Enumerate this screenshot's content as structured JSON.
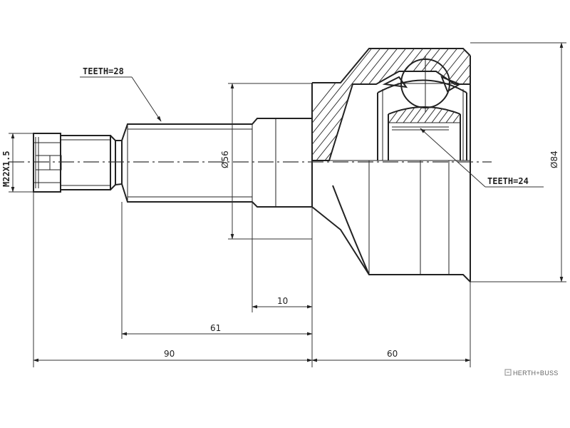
{
  "labels": {
    "teeth_outer": "TEETH=28",
    "teeth_inner": "TEETH=24",
    "thread": "M22X1.5",
    "dia_small": "Ø56",
    "dia_large": "Ø84"
  },
  "dimensions": {
    "d90": "90",
    "d60": "60",
    "d61": "61",
    "d10": "10"
  },
  "brand": {
    "name": "HERTH+BUSS"
  }
}
